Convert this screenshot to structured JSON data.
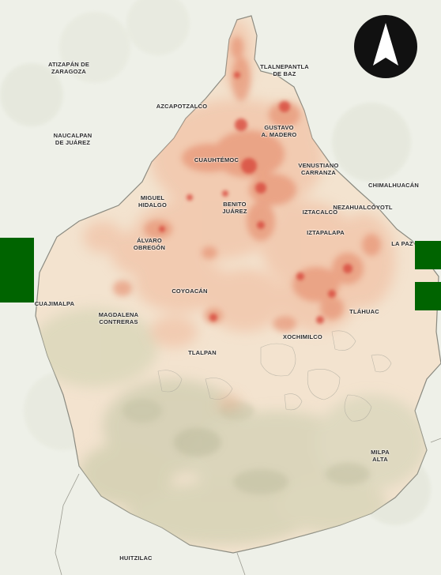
{
  "map": {
    "labels": {
      "atizapan": "ATIZAPÁN DE\nZARAGOZA",
      "tlalnepantla": "TLALNEPANTLA\nDE BAZ",
      "azcapotzalco": "AZCAPOTZALCO",
      "naucalpan": "NAUCALPAN\nDE JUÁREZ",
      "gustavo": "GUSTAVO\nA. MADERO",
      "cuauhtemoc": "CUAUHTÉMOC",
      "venustiano": "VENUSTIANO\nCARRANZA",
      "chimalhuacan": "CHIMALHUACÁN",
      "miguel": "MIGUEL\nHIDALGO",
      "benito": "BENITO\nJUÁREZ",
      "nezahualcoyotl": "NEZAHUALCÓYOTL",
      "iztacalco": "IZTACALCO",
      "alvaro": "ÁLVARO\nOBREGÓN",
      "iztapalapa": "IZTAPALAPA",
      "lapaz": "LA PAZ",
      "coyoacan": "COYOACÁN",
      "cuajimalpa": "CUAJIMALPA",
      "magdalena": "MAGDALENA\nCONTRERAS",
      "tlahuac": "TLÁHUAC",
      "xochimilco": "XOCHIMILCO",
      "tlalpan": "TLALPAN",
      "milpaalta": "MILPA\nALTA",
      "huitzilac": "HUITZILAC"
    },
    "colors": {
      "background": "#eef0e8",
      "territory": "#f3e3cf",
      "mountains": "#d6d5b8",
      "heat_low": "#f0b89a",
      "heat_mid": "#e58a6a",
      "heat_high": "#d84a3c",
      "markers": "#006400"
    }
  }
}
